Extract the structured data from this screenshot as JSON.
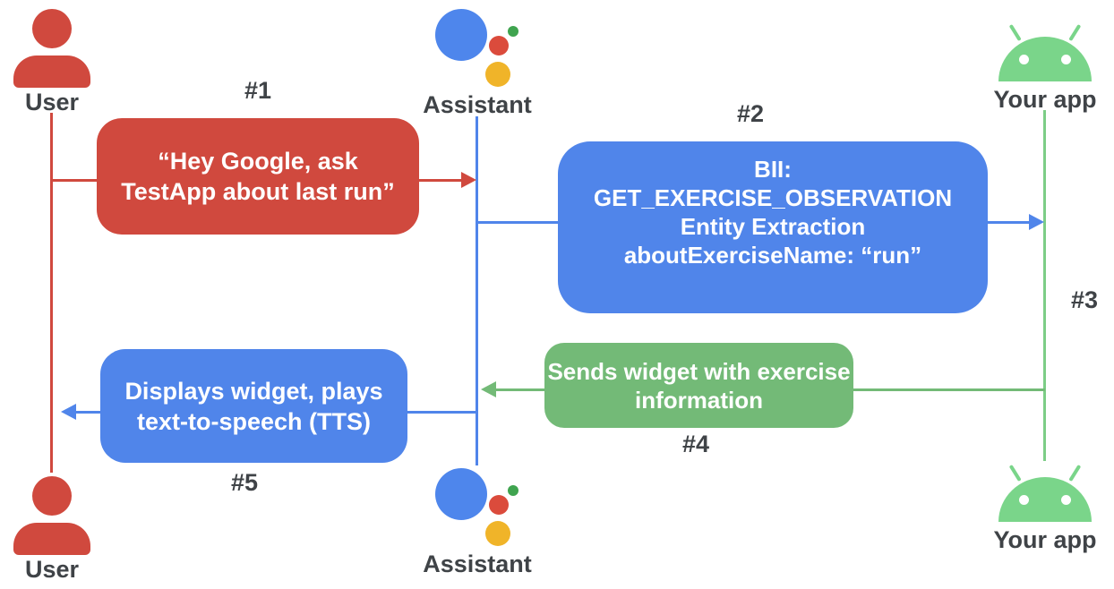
{
  "actors": {
    "user": {
      "label": "User"
    },
    "assistant": {
      "label": "Assistant"
    },
    "app": {
      "label": "Your app"
    }
  },
  "steps": {
    "s1": {
      "badge": "#1",
      "from": "User",
      "to": "Assistant",
      "lines": [
        "“Hey Google, ask",
        "TestApp about last run”"
      ]
    },
    "s2": {
      "badge": "#2",
      "from": "Assistant",
      "to": "Your app",
      "lines": [
        "BII:",
        "GET_EXERCISE_OBSERVATION",
        "Entity Extraction",
        "aboutExerciseName: “run”"
      ]
    },
    "s3": {
      "badge": "#3"
    },
    "s4": {
      "badge": "#4",
      "from": "Your app",
      "to": "Assistant",
      "lines": [
        "Sends widget with exercise",
        "information"
      ]
    },
    "s5": {
      "badge": "#5",
      "from": "Assistant",
      "to": "User",
      "lines": [
        "Displays widget, plays",
        "text-to-speech (TTS)"
      ]
    }
  },
  "colors": {
    "user_red": "#D0493E",
    "assistant_blue": "#5085EA",
    "widget_green": "#73BA77",
    "android_green": "#7AD58A",
    "label_gray": "#3F4347",
    "logo_blue": "#4E86EC",
    "logo_red": "#DB4B3C",
    "logo_yellow": "#F0B429",
    "logo_green": "#3FA44F",
    "text_white": "#FFFFFF"
  }
}
